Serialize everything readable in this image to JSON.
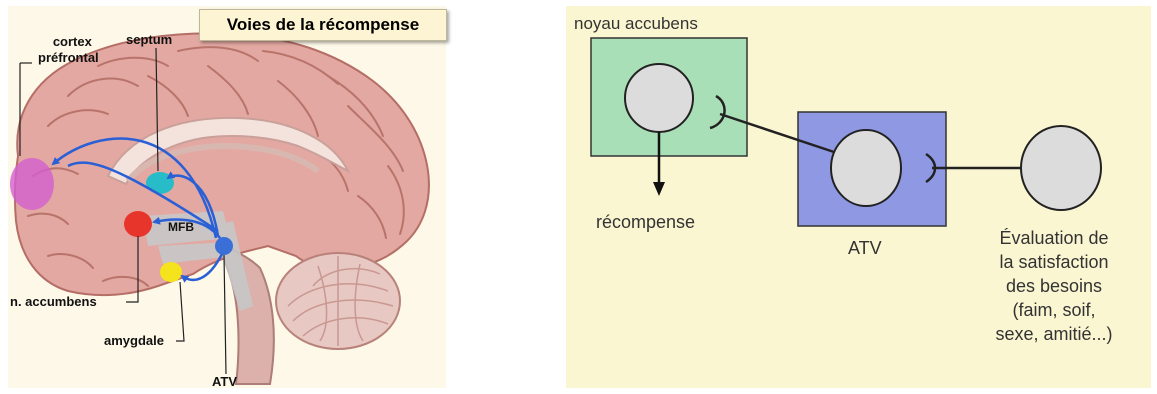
{
  "left_figure": {
    "title": "Voies de la récompense",
    "labels": {
      "cortex_line1": "cortex",
      "cortex_line2": "préfrontal",
      "septum": "septum",
      "mfb": "MFB",
      "n_accumbens": "n. accumbens",
      "amygdale": "amygdale",
      "atv": "ATV"
    },
    "colors": {
      "cortex_prefrontal": "#d55fd0",
      "septum": "#27bcc7",
      "n_accumbens": "#e8352c",
      "amygdale": "#f5e31c",
      "atv": "#3b6fd8",
      "pathway_arrows": "#2a5fd6",
      "brain_tissue": "#e0a49e"
    }
  },
  "right_figure": {
    "labels": {
      "noyau_accubens": "noyau accubens",
      "recompense": "récompense",
      "atv": "ATV",
      "evaluation": [
        "Évaluation de",
        "la satisfaction",
        "des besoins",
        "(faim, soif,",
        "sexe, amitié...)"
      ]
    },
    "colors": {
      "noyau_box": "#a9dfb6",
      "atv_box": "#8f98e2",
      "neuron": "#dcdcdc",
      "background": "#fbf6d2"
    }
  }
}
